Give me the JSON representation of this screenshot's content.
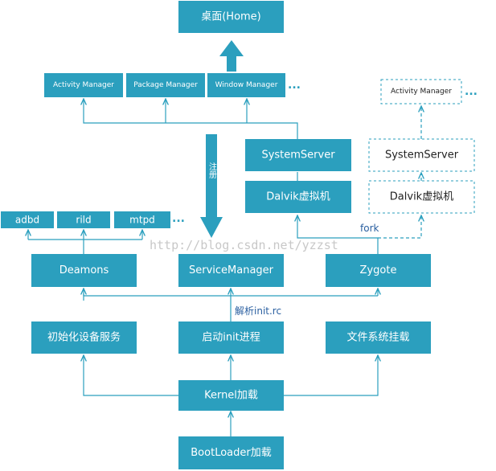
{
  "colors": {
    "box": "#2b9fbe",
    "line": "#2b9fbe",
    "ghost_border": "#2b9fbe",
    "text_dark": "#222222",
    "label": "#2a5fa0"
  },
  "nodes": {
    "home": "桌面(Home)",
    "activity_manager": "Activity Manager",
    "package_manager": "Package Manager",
    "window_manager": "Window Manager",
    "activity_manager_ghost": "Activity Manager",
    "system_server": "SystemServer",
    "dalvik_vm": "Dalvik虚拟机",
    "system_server_ghost": "SystemServer",
    "dalvik_vm_ghost": "Dalvik虚拟机",
    "adbd": "adbd",
    "rild": "rild",
    "mtpd": "mtpd",
    "deamons": "Deamons",
    "service_manager": "ServiceManager",
    "zygote": "Zygote",
    "init_device_services": "初始化设备服务",
    "start_init_process": "启动init进程",
    "mount_filesystem": "文件系统挂载",
    "kernel_load": "Kernel加载",
    "bootloader_load": "BootLoader加载"
  },
  "labels": {
    "ellipsis": "...",
    "register": "注册",
    "fork": "fork",
    "parse_init_rc": "解析init.rc"
  },
  "watermark": "http://blog.csdn.net/yzzst"
}
